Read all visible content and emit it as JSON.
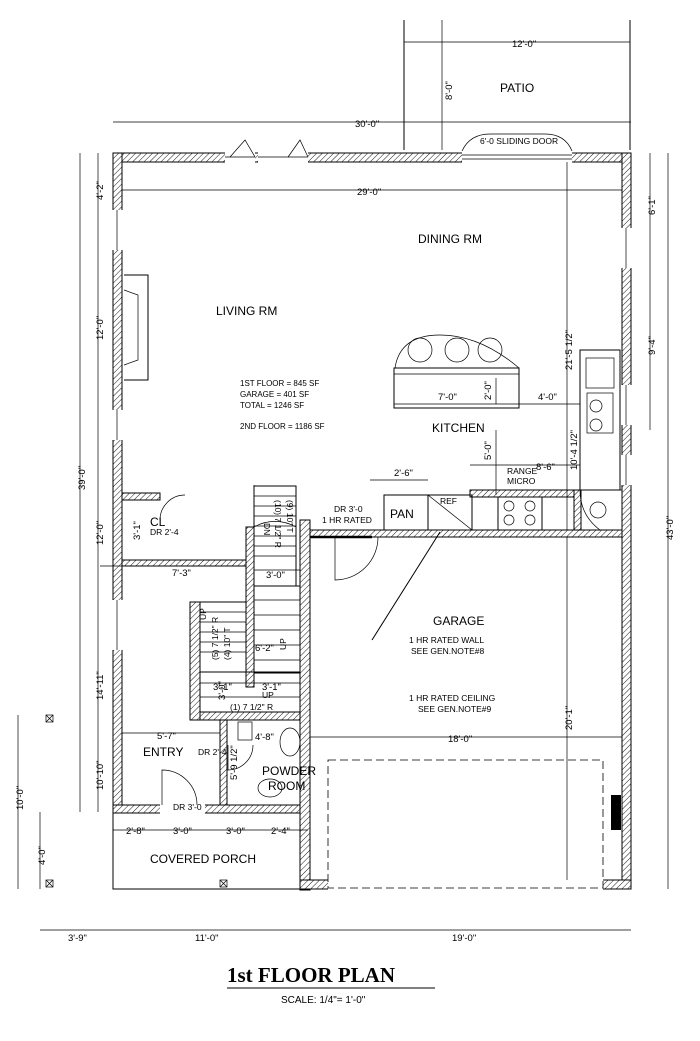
{
  "title": "1st FLOOR PLAN",
  "scale": "SCALE: 1/4\"= 1'-0\"",
  "rooms": {
    "patio": "PATIO",
    "dining": "DINING RM",
    "living": "LIVING RM",
    "kitchen": "KITCHEN",
    "garage": "GARAGE",
    "entry": "ENTRY",
    "powder_1": "POWDER",
    "powder_2": "ROOM",
    "porch": "COVERED PORCH",
    "closet": "CL",
    "pantry": "PAN"
  },
  "areas": {
    "first_floor": "1ST FLOOR =  845 SF",
    "garage": "GARAGE     =  401 SF",
    "total": "TOTAL       = 1246 SF",
    "second_floor": "2ND FLOOR = 1186 SF"
  },
  "notes": {
    "sliding_door": "6'-0 SLIDING DOOR",
    "door_rated_1": "DR 3'-0",
    "door_rated_2": "1 HR RATED",
    "wall_note_1": "1 HR RATED WALL",
    "wall_note_2": "SEE GEN.NOTE#8",
    "ceiling_note_1": "1 HR RATED CEILING",
    "ceiling_note_2": "SEE GEN.NOTE#9",
    "closet_door": "DR 2'-4",
    "entry_door": "DR 2'-4",
    "front_door": "DR 3'-0",
    "ref": "REF",
    "range_1": "RANGE",
    "range_2": "MICRO",
    "stair_dn": "DN",
    "stair_up_1": "UP",
    "stair_up_2": "UP",
    "stair_up_3": "UP",
    "riser_1": "(10) 7 1/2\" R",
    "tread_1": "(9) 10\" T",
    "riser_2": "(5) 7 1/2\" R",
    "tread_2": "(4) 10\" T",
    "riser_3": "(1) 7 1/2\" R"
  },
  "dimensions": {
    "patio_width": "12'-0\"",
    "patio_depth": "8'-0\"",
    "overall_top": "30'-0\"",
    "interior_top": "29'-0\"",
    "left_top": "4'-2\"",
    "left_living": "12'-0\"",
    "left_mid": "12'-0\"",
    "left_overall": "39'-0\"",
    "left_lower": "14'-11\"",
    "left_entry": "10'-10\"",
    "outer_left": "10'-0\"",
    "outer_porch": "4'-0\"",
    "right_top": "6'-1\"",
    "right_window": "9'-4\"",
    "right_interior": "21'-5 1/2\"",
    "right_overall": "43'-0\"",
    "right_kitchen": "10'-4 1/2\"",
    "right_garage": "20'-1\"",
    "island": "7'-0\"",
    "island_depth": "2'-0\"",
    "island_gap": "4'-0\"",
    "kitchen_depth": "5'-0\"",
    "pantry": "2'-6\"",
    "counter": "8'-6\"",
    "stair_width": "3'-0\"",
    "living_to_stair": "7'-3\"",
    "closet": "3'-1\"",
    "stair_a": "6'-2\"",
    "stair_b": "3'-1\"",
    "stair_c": "3'-1\"",
    "stair_d": "3'-0\"",
    "entry_width": "5'-7\"",
    "powder_a": "4'-8\"",
    "powder_b": "5'-9 1/2\"",
    "garage_width": "18'-0\"",
    "porch_a": "2'-8\"",
    "porch_b": "3'-0\"",
    "porch_c": "3'-0\"",
    "porch_d": "2'-4\"",
    "bottom_left": "3'-9\"",
    "bottom_mid": "11'-0\"",
    "bottom_right": "19'-0\""
  }
}
